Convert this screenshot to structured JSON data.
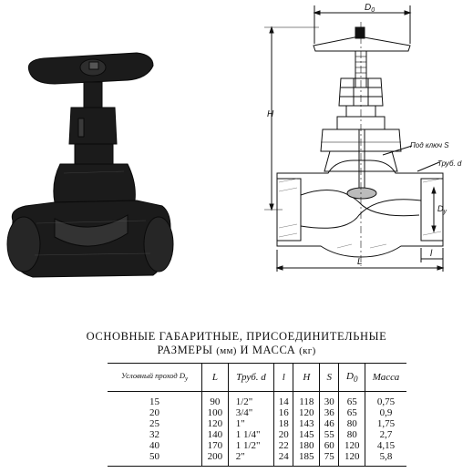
{
  "drawing_labels": {
    "d0": "D",
    "d0_sub": "0",
    "height": "H",
    "wrench": "Под ключ S",
    "pipe": "Труб. d",
    "dy": "D",
    "dy_sub": "y",
    "length_total": "L",
    "length_thread": "l"
  },
  "caption": {
    "line1": "ОСНОВНЫЕ ГАБАРИТНЫЕ, ПРИСОЕДИНИТЕЛЬНЫЕ",
    "line2_start": "РАЗМЕРЫ ",
    "line2_mm": "(мм)",
    "line2_mid": " И МАССА ",
    "line2_kg": "(кг)"
  },
  "table": {
    "headers": [
      "Условный проход D",
      "L",
      "Труб. d",
      "l",
      "H",
      "S",
      "D",
      "Масса"
    ],
    "header_subs": [
      "y",
      "",
      "",
      "",
      "",
      "",
      "0",
      ""
    ],
    "rows": [
      [
        "15",
        "90",
        "1/2\"",
        "14",
        "118",
        "30",
        "65",
        "0,75"
      ],
      [
        "20",
        "100",
        "3/4\"",
        "16",
        "120",
        "36",
        "65",
        "0,9"
      ],
      [
        "25",
        "120",
        "1\"",
        "18",
        "143",
        "46",
        "80",
        "1,75"
      ],
      [
        "32",
        "140",
        "1 1/4\"",
        "20",
        "145",
        "55",
        "80",
        "2,7"
      ],
      [
        "40",
        "170",
        "1 1/2\"",
        "22",
        "180",
        "60",
        "120",
        "4,15"
      ],
      [
        "50",
        "200",
        "2\"",
        "24",
        "185",
        "75",
        "120",
        "5,8"
      ]
    ]
  }
}
